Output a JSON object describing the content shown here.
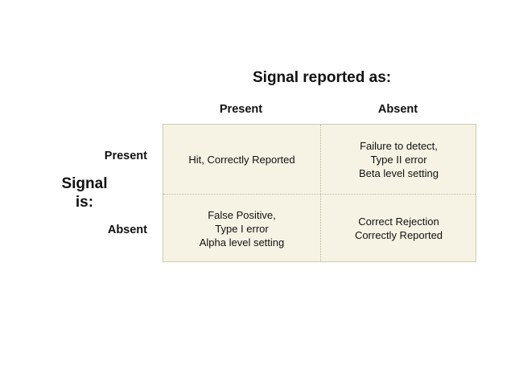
{
  "title": "Signal reported as:",
  "columns": {
    "present": "Present",
    "absent": "Absent"
  },
  "rows": {
    "present": "Present",
    "absent": "Absent"
  },
  "side_label": {
    "line1": "Signal",
    "line2": "is:"
  },
  "cells": {
    "present_present": [
      "Hit, Correctly Reported"
    ],
    "present_absent": [
      "Failure to detect,",
      "Type II error",
      "Beta level setting"
    ],
    "absent_present": [
      "False Positive,",
      "Type I error",
      "Alpha level setting"
    ],
    "absent_absent": [
      "Correct Rejection",
      "Correctly Reported"
    ]
  },
  "colors": {
    "grid_fill": "#f6f3e4",
    "grid_border": "#cfcab2"
  }
}
